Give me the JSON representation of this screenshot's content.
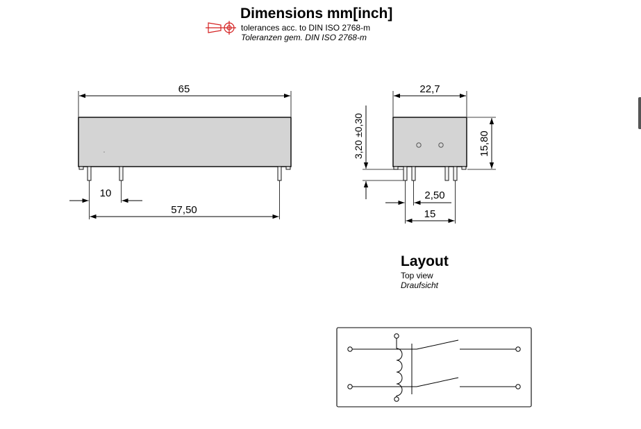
{
  "header": {
    "title": "Dimensions mm[inch]",
    "tolerance_en": "tolerances acc. to DIN ISO 2768-m",
    "tolerance_de": "Toleranzen gem. DIN ISO 2768-m"
  },
  "front_view": {
    "length": "65",
    "pin_spacing": "10",
    "pin_span": "57,50"
  },
  "side_view": {
    "width": "22,7",
    "height": "15,80",
    "pin_length": "3,20 ±0,30",
    "pin_pitch": "2,50",
    "pin_row_span": "15"
  },
  "layout": {
    "title": "Layout",
    "subtitle_en": "Top view",
    "subtitle_de": "Draufsicht"
  },
  "colors": {
    "body_fill": "#d4d4d4",
    "projection_symbol": "#d42020"
  }
}
